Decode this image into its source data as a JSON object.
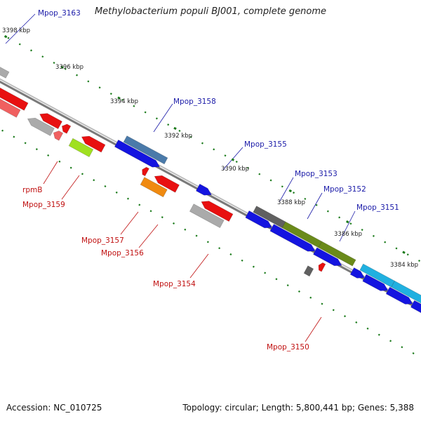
{
  "header": {
    "title": "Methylobacterium populi BJ001, complete genome"
  },
  "footer": {
    "accession": "Accession: NC_010725",
    "stats": "Topology: circular; Length: 5,800,441 bp; Genes: 5,388"
  },
  "scale": {
    "units": "kbp",
    "ticks": [
      "3398 kbp",
      "3396 kbp",
      "3394 kbp",
      "3392 kbp",
      "3390 kbp",
      "3388 kbp",
      "3386 kbp",
      "3384 kbp"
    ]
  },
  "genes_forward": [
    "Mpop_3163",
    "Mpop_3158",
    "Mpop_3155",
    "Mpop_3153",
    "Mpop_3152",
    "Mpop_3151"
  ],
  "genes_reverse": [
    "rpmB",
    "Mpop_3159",
    "Mpop_3157",
    "Mpop_3156",
    "Mpop_3154",
    "Mpop_3150"
  ],
  "colors": {
    "forward_label": "#1a1aa8",
    "reverse_label": "#c01010",
    "tick": "#1a7a1a",
    "backbone": "#8a8a8a",
    "cds": "#1414e0",
    "gene_red": "#e81010",
    "gene_lightred": "#f06060",
    "gene_gray": "#aaaaaa",
    "gene_darkgray": "#606060",
    "gene_steel": "#4a7aaa",
    "gene_olive": "#6a8a1a",
    "gene_lime": "#a0e020",
    "gene_orange": "#f08a10",
    "gene_cyan": "#20b0e0"
  }
}
